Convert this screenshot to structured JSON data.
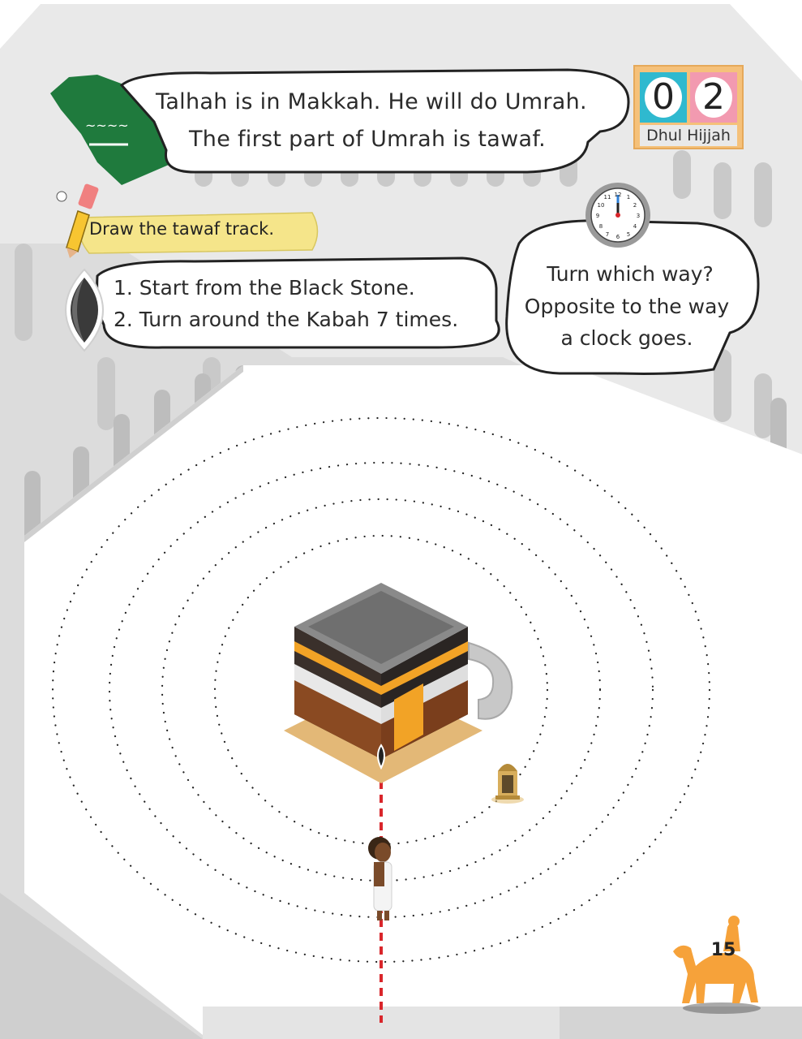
{
  "intro": {
    "line1": "Talhah is in Makkah. He will do Umrah.",
    "line2": "The first part of Umrah is tawaf."
  },
  "date": {
    "digit1": "0",
    "digit2": "2",
    "month": "Dhul Hijjah"
  },
  "instruction": {
    "label": "Draw the tawaf track."
  },
  "steps": [
    "1. Start from the Black Stone.",
    "2. Turn around the Kabah 7 times."
  ],
  "direction": {
    "line1": "Turn which way?",
    "line2": "Opposite to the way",
    "line3": "a clock goes."
  },
  "clock": {
    "numbers": [
      "12",
      "1",
      "2",
      "3",
      "4",
      "5",
      "6",
      "7",
      "8",
      "9",
      "10",
      "11"
    ]
  },
  "page_number": "15",
  "colors": {
    "flag_green": "#1f7a3d",
    "kabah_black": "#2e2a28",
    "kabah_gold": "#f2a326",
    "date_teal": "#2fb9cf",
    "date_pink": "#f29ab0",
    "camel_orange": "#f6a23a",
    "track_red": "#d9262b"
  },
  "icons": [
    "saudi-map-icon",
    "pencil-mascot-icon",
    "black-stone-icon",
    "clock-icon",
    "lantern-icon",
    "camel-rider-icon",
    "pilgrim-boy-icon",
    "kabah-icon"
  ]
}
